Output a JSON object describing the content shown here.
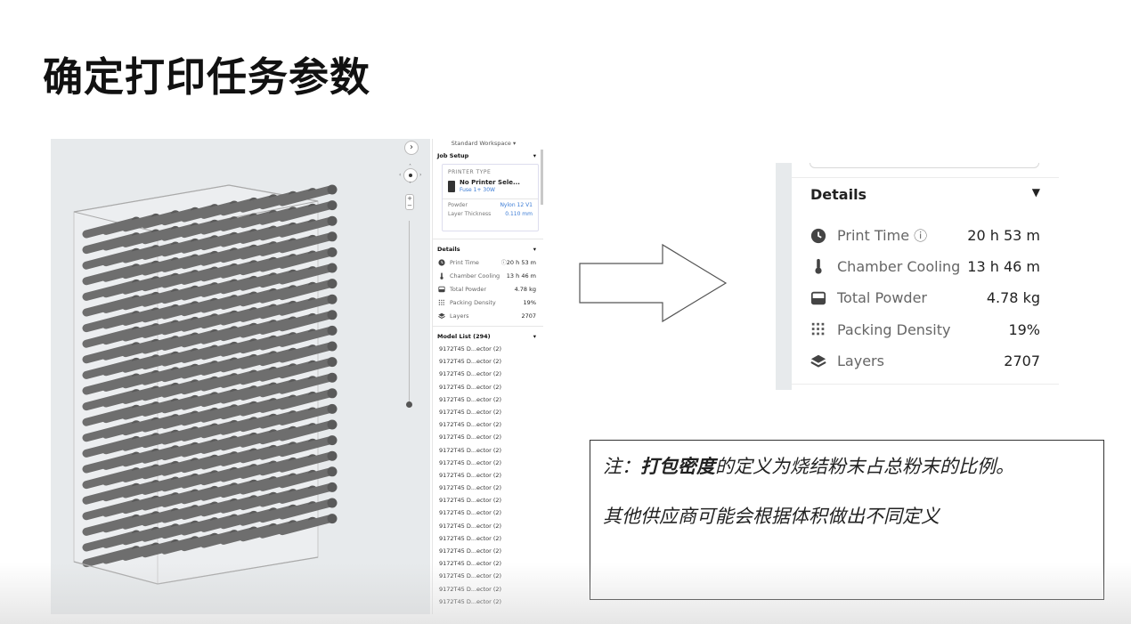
{
  "slide": {
    "title": "确定打印任务参数"
  },
  "panel": {
    "workspace": "Standard Workspace",
    "job_setup": "Job Setup",
    "printer_type_label": "PRINTER TYPE",
    "printer_name": "No Printer Sele...",
    "printer_model": "Fuse 1+ 30W",
    "powder_label": "Powder",
    "powder_value": "Nylon 12 V1",
    "layer_label": "Layer Thickness",
    "layer_value": "0.110 mm",
    "details_title": "Details",
    "details": [
      {
        "label": "Print Time",
        "value": "20 h 53 m"
      },
      {
        "label": "Chamber Cooling",
        "value": "13 h 46 m"
      },
      {
        "label": "Total Powder",
        "value": "4.78 kg"
      },
      {
        "label": "Packing Density",
        "value": "19%"
      },
      {
        "label": "Layers",
        "value": "2707"
      }
    ],
    "model_list_title": "Model List (294)",
    "model_item": "9172T45 D...ector (2)"
  },
  "zoom_details": {
    "title": "Details",
    "rows": [
      {
        "label": "Print Time",
        "value": "20 h 53 m"
      },
      {
        "label": "Chamber Cooling",
        "value": "13 h 46 m"
      },
      {
        "label": "Total Powder",
        "value": "4.78 kg"
      },
      {
        "label": "Packing Density",
        "value": "19%"
      },
      {
        "label": "Layers",
        "value": "2707"
      }
    ]
  },
  "note": {
    "prefix": "注：",
    "bold": "打包密度",
    "rest": "的定义为烧结粉末占总粉末的比例。",
    "line2": "其他供应商可能会根据体积做出不同定义"
  },
  "colors": {
    "accent_blue": "#3a7bd5",
    "viewport_bg": "#e7eaec",
    "part_gray": "#6e6e6e"
  }
}
